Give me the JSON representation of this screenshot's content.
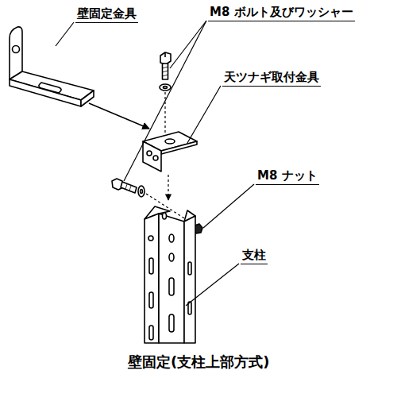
{
  "diagram": {
    "caption": "壁固定(支柱上部方式)",
    "labels": [
      "壁固定金具",
      "M8 ボルト及びワッシャー",
      "天ツナギ取付金具",
      "M8 ナット",
      "支柱"
    ]
  }
}
